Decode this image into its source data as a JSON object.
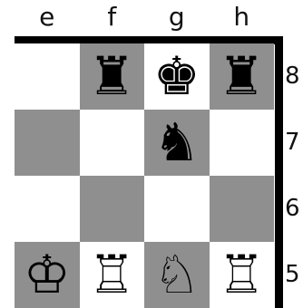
{
  "board": {
    "files": [
      "e",
      "f",
      "g",
      "h"
    ],
    "ranks": [
      "8",
      "7",
      "6",
      "5"
    ],
    "light_color": "#ffffff",
    "dark_color": "#8f8f8f",
    "squares": [
      [
        {
          "square": "e8",
          "shade": "light",
          "piece": ""
        },
        {
          "square": "f8",
          "shade": "dark",
          "piece": "♜",
          "piece_name": "black-rook-icon",
          "color": "black"
        },
        {
          "square": "g8",
          "shade": "light",
          "piece": "♚",
          "piece_name": "black-king-icon",
          "color": "black"
        },
        {
          "square": "h8",
          "shade": "dark",
          "piece": "♜",
          "piece_name": "black-rook-icon",
          "color": "black"
        }
      ],
      [
        {
          "square": "e7",
          "shade": "dark",
          "piece": ""
        },
        {
          "square": "f7",
          "shade": "light",
          "piece": ""
        },
        {
          "square": "g7",
          "shade": "dark",
          "piece": "♞",
          "piece_name": "black-knight-icon",
          "color": "black"
        },
        {
          "square": "h7",
          "shade": "light",
          "piece": ""
        }
      ],
      [
        {
          "square": "e6",
          "shade": "light",
          "piece": ""
        },
        {
          "square": "f6",
          "shade": "dark",
          "piece": ""
        },
        {
          "square": "g6",
          "shade": "light",
          "piece": ""
        },
        {
          "square": "h6",
          "shade": "dark",
          "piece": ""
        }
      ],
      [
        {
          "square": "e5",
          "shade": "dark",
          "piece": "♔",
          "piece_name": "white-king-icon",
          "color": "white"
        },
        {
          "square": "f5",
          "shade": "light",
          "piece": "♖",
          "piece_name": "white-rook-icon",
          "color": "white"
        },
        {
          "square": "g5",
          "shade": "dark",
          "piece": "♘",
          "piece_name": "white-knight-icon",
          "color": "white"
        },
        {
          "square": "h5",
          "shade": "light",
          "piece": "♖",
          "piece_name": "white-rook-icon",
          "color": "white"
        }
      ]
    ]
  }
}
